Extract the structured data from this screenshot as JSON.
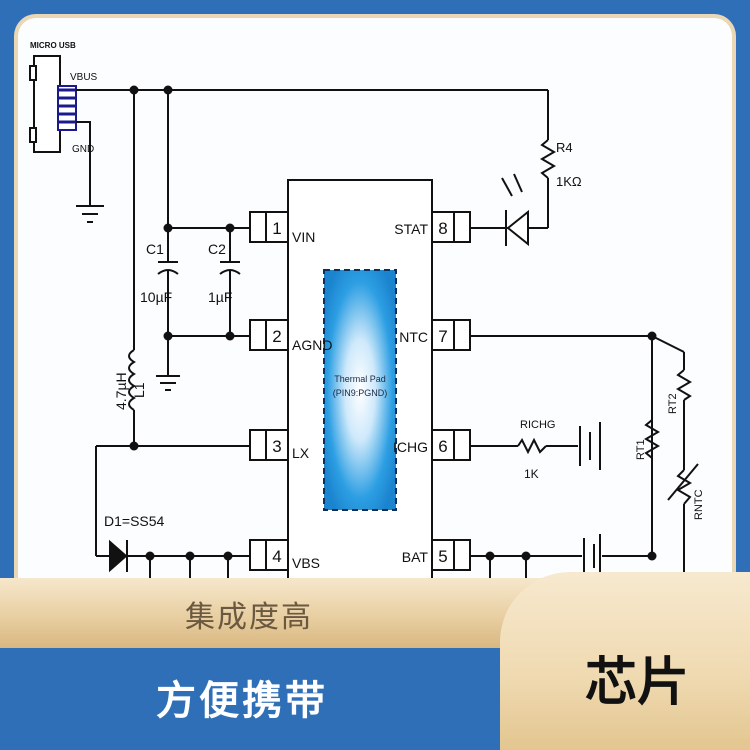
{
  "schematic": {
    "usb_label": "MICRO USB",
    "vbus": "VBUS",
    "gnd": "GND",
    "r4_name": "R4",
    "r4_value": "1KΩ",
    "c1_name": "C1",
    "c1_value": "10µF",
    "c2_name": "C2",
    "c2_value": "1µF",
    "l1_value": "4.7µH",
    "l1_name": "L1",
    "d1": "D1=SS54",
    "richg_name": "RICHG",
    "richg_value": "1K",
    "thermal_line1": "Thermal Pad",
    "thermal_line2": "(PIN9:PGND)",
    "pins_left": [
      {
        "num": "1",
        "name": "VIN"
      },
      {
        "num": "2",
        "name": "AGND"
      },
      {
        "num": "3",
        "name": "LX"
      },
      {
        "num": "4",
        "name": "VBS"
      }
    ],
    "pins_right": [
      {
        "num": "8",
        "name": "STAT"
      },
      {
        "num": "7",
        "name": "NTC"
      },
      {
        "num": "6",
        "name": "ICHG"
      },
      {
        "num": "5",
        "name": "BAT"
      }
    ],
    "rt1": "RT1",
    "rt2": "RT2",
    "rntc": "RNTC"
  },
  "banner": {
    "ribbon_text": "集成度高",
    "main_text": "方便携带",
    "tab_text": "芯片"
  },
  "colors": {
    "frame": "#e9d7b6",
    "blue": "#2f6fb8",
    "pad": "#1f8fd6"
  }
}
